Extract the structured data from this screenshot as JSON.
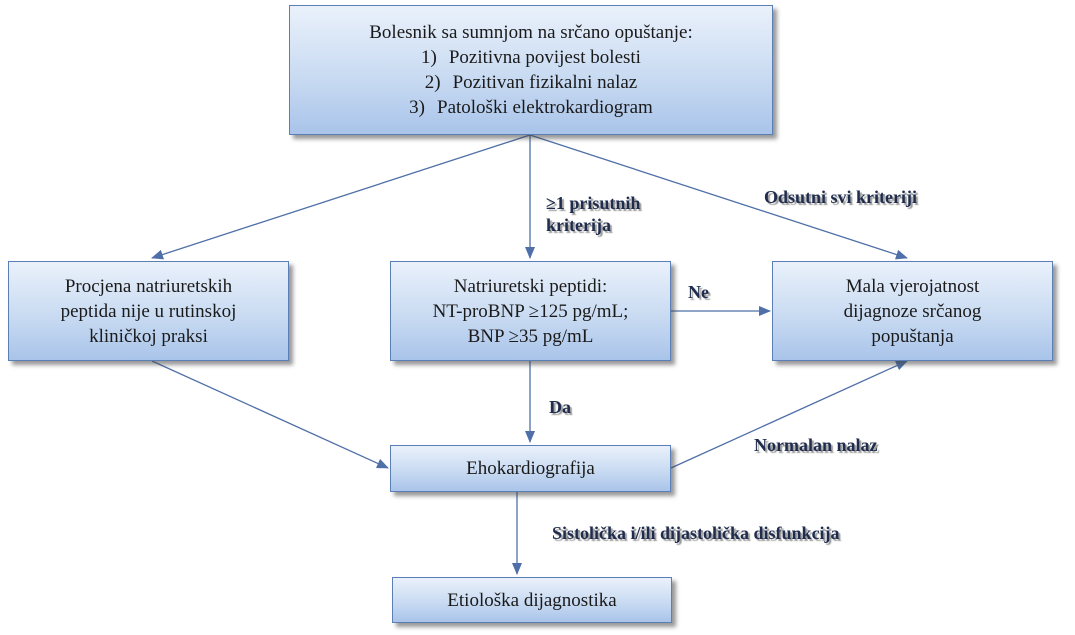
{
  "nodes": {
    "start": {
      "title": "Bolesnik sa sumnjom na srčano opuštanje:",
      "criteria": [
        {
          "num": "1)",
          "text": "Pozitivna povijest bolesti"
        },
        {
          "num": "2)",
          "text": "Pozitivan fizikalni nalaz"
        },
        {
          "num": "3)",
          "text": "Patološki elektrokardiogram"
        }
      ]
    },
    "not_routine": {
      "lines": [
        "Procjena natriuretskih",
        "peptida nije u rutinskoj",
        "kliničkoj praksi"
      ]
    },
    "peptides": {
      "lines": [
        "Natriuretski peptidi:",
        "NT-proBNP  ≥125 pg/mL;",
        "BNP ≥35 pg/mL"
      ]
    },
    "low_probability": {
      "lines": [
        "Mala vjerojatnost",
        "dijagnoze srčanog",
        "popuštanja"
      ]
    },
    "echo": {
      "lines": [
        "Ehokardiografija"
      ]
    },
    "etiology": {
      "lines": [
        "Etiološka dijagnostika"
      ]
    }
  },
  "edges": {
    "criteria_present": [
      "≥1 prisutnih",
      "kriterija"
    ],
    "criteria_absent": "Odsutni svi kriteriji",
    "no": "Ne",
    "yes": "Da",
    "normal_finding": "Normalan nalaz",
    "dysfunction": "Sistolička i/ili dijastolička disfunkcija"
  },
  "colors": {
    "box_border": "#5b7fb5",
    "box_fill_top": "#eaf1fb",
    "box_fill_bottom": "#a9c4ea",
    "connector": "#4f6fa8",
    "label_text": "#1f2c4d"
  }
}
